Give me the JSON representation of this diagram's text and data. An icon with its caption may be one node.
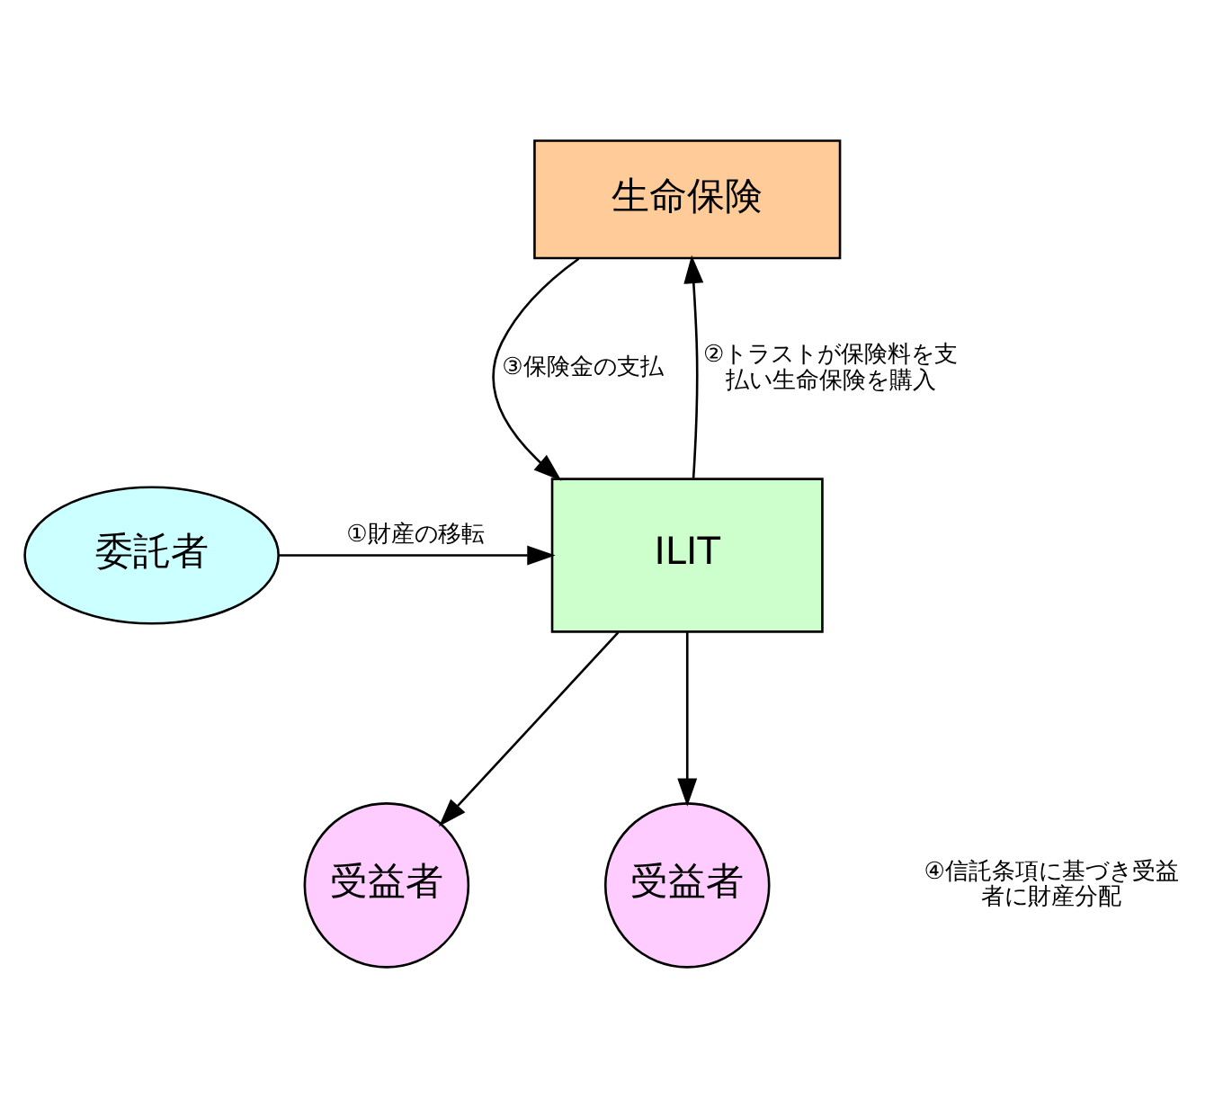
{
  "diagram": {
    "nodes": [
      {
        "text": [
          "生命保険"
        ]
      },
      {
        "text": [
          "委託者"
        ]
      },
      {
        "text": [
          "ILIT"
        ]
      },
      {
        "text": [
          "受益者"
        ]
      },
      {
        "text": [
          "受益者"
        ]
      }
    ],
    "edges": [
      {
        "from": 1,
        "to": 2,
        "arrow": "to",
        "label": "①財産の移転"
      },
      {
        "from": 2,
        "to": 0,
        "arrow": "to",
        "label": "②トラストが保険料を支払い生命保険を購入"
      },
      {
        "from": 0,
        "to": 2,
        "arrow": "to",
        "label": "③保険金の支払"
      },
      {
        "from": 2,
        "to": 3,
        "arrow": "to"
      },
      {
        "from": 2,
        "to": 4,
        "arrow": "to"
      }
    ],
    "labels": [
      "④信託条項に基づき受益者に財産分配"
    ]
  }
}
